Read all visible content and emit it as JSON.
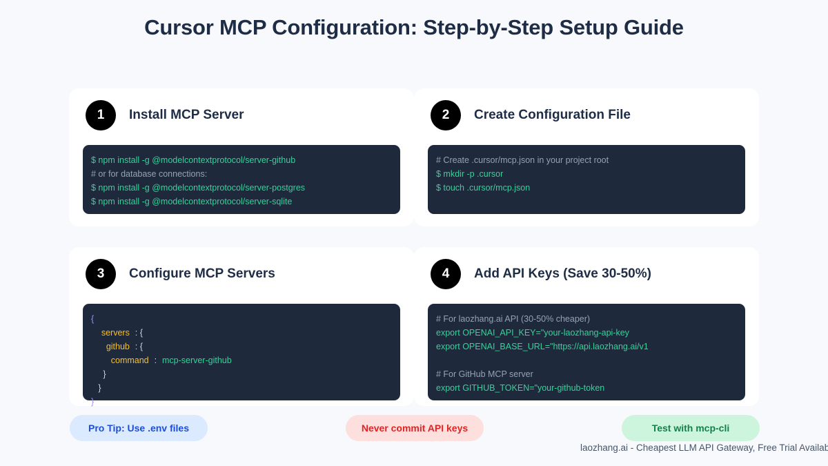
{
  "page": {
    "title": "Cursor MCP Configuration: Step-by-Step Setup Guide",
    "background_color": "#f7f9fc",
    "title_color": "#1e2d45"
  },
  "colors": {
    "code_background": "#1e293b",
    "code_command": "#34d399",
    "code_comment": "#94a3b8",
    "json_key": "#fbbf24",
    "json_string": "#34d399",
    "json_brace": "#a78bfa",
    "badge_background": "#000000"
  },
  "cards": [
    {
      "number": "1",
      "title": "Install MCP Server",
      "code": [
        {
          "kind": "command",
          "text": "$ npm install -g @modelcontextprotocol/server-github"
        },
        {
          "kind": "comment",
          "text": "# or for database connections:"
        },
        {
          "kind": "command",
          "text": "$ npm install -g @modelcontextprotocol/server-postgres"
        },
        {
          "kind": "command",
          "text": "$ npm install -g @modelcontextprotocol/server-sqlite"
        }
      ]
    },
    {
      "number": "2",
      "title": "Create Configuration File",
      "code": [
        {
          "kind": "comment",
          "text": "# Create .cursor/mcp.json in your project root"
        },
        {
          "kind": "command",
          "text": "$ mkdir -p .cursor"
        },
        {
          "kind": "command",
          "text": "$ touch .cursor/mcp.json"
        }
      ]
    },
    {
      "number": "3",
      "title": "Configure MCP Servers",
      "code_json": [
        {
          "indent": 0,
          "brace": "{"
        },
        {
          "indent": 1,
          "key": "servers",
          "colon": ":",
          "brace": "{"
        },
        {
          "indent": 2,
          "key": "github",
          "colon": ":",
          "brace": "{"
        },
        {
          "indent": 3,
          "key": "command",
          "colon": ":",
          "string": "mcp-server-github"
        },
        {
          "indent": 2,
          "punct": "}"
        },
        {
          "indent": 1,
          "punct": "}"
        },
        {
          "indent": 0,
          "brace": "}"
        }
      ]
    },
    {
      "number": "4",
      "title": "Add API Keys (Save 30-50%)",
      "code": [
        {
          "kind": "comment",
          "text": "# For laozhang.ai API (30-50% cheaper)"
        },
        {
          "kind": "command",
          "text": "export OPENAI_API_KEY=\"your-laozhang-api-key"
        },
        {
          "kind": "command",
          "text": "export OPENAI_BASE_URL=\"https://api.laozhang.ai/v1"
        },
        {
          "kind": "command",
          "text": ""
        },
        {
          "kind": "comment",
          "text": "# For GitHub MCP server"
        },
        {
          "kind": "command",
          "text": "export GITHUB_TOKEN=\"your-github-token"
        }
      ]
    }
  ],
  "pills": [
    {
      "label": "Pro Tip: Use .env files",
      "background": "#dbeafe",
      "color": "#1d4ed8"
    },
    {
      "label": "Never commit API keys",
      "background": "#fde0de",
      "color": "#e02424"
    },
    {
      "label": "Test with mcp-cli",
      "background": "#cdf4dd",
      "color": "#14804a"
    }
  ],
  "footer": {
    "text": "laozhang.ai - Cheapest LLM API Gateway, Free Trial Available"
  }
}
